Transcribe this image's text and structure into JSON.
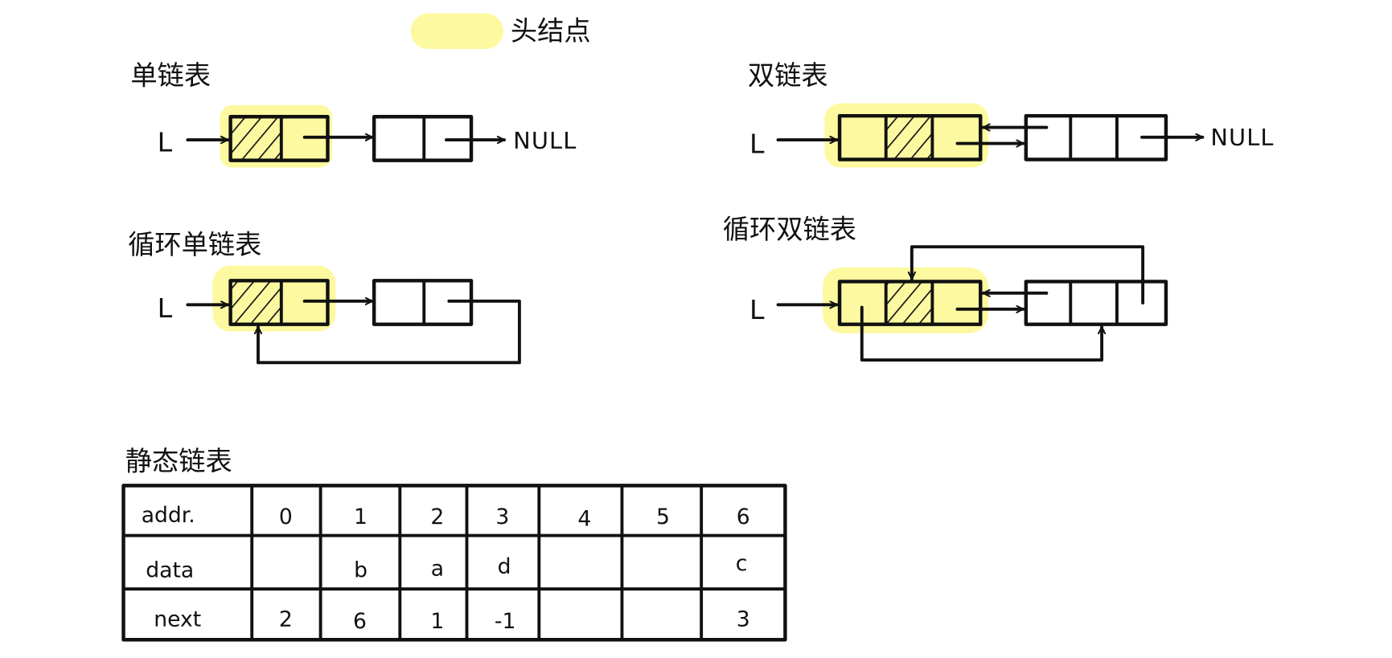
{
  "legend": {
    "swatch_color": "#fdf9a0",
    "label": "头结点"
  },
  "colors": {
    "ink": "#111111",
    "highlight": "#fdf9a0",
    "background": "#ffffff"
  },
  "diagrams": {
    "singly_linked": {
      "title": "单链表",
      "head_pointer": "L",
      "terminator": "NULL"
    },
    "doubly_linked": {
      "title": "双链表",
      "head_pointer": "L",
      "terminator": "NULL"
    },
    "circular_singly_linked": {
      "title": "循环单链表",
      "head_pointer": "L"
    },
    "circular_doubly_linked": {
      "title": "循环双链表",
      "head_pointer": "L"
    }
  },
  "static_list": {
    "title": "静态链表",
    "rows": [
      {
        "header": "addr.",
        "cells": [
          "0",
          "1",
          "2",
          "3",
          "4",
          "5",
          "6"
        ]
      },
      {
        "header": "data",
        "cells": [
          "",
          "b",
          "a",
          "d",
          "",
          "",
          "c"
        ]
      },
      {
        "header": "next",
        "cells": [
          "2",
          "6",
          "1",
          "-1",
          "",
          "",
          "3"
        ]
      }
    ]
  }
}
